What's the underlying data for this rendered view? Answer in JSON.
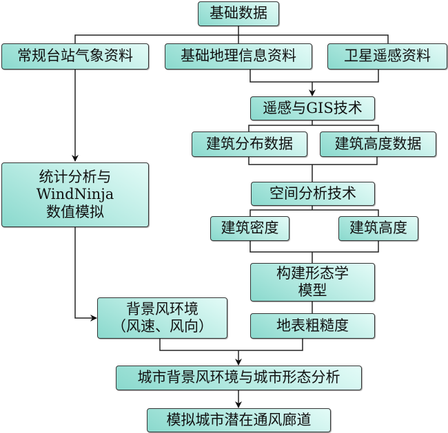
{
  "nodes": {
    "basic_data": "基础数据",
    "station_met": "常规台站气象资料",
    "basic_geo": "基础地理信息资料",
    "satellite_rs": "卫星遥感资料",
    "rs_gis": "遥感与GIS技术",
    "building_distribution": "建筑分布数据",
    "building_height_data": "建筑高度数据",
    "stat_analysis": [
      "统计分析与",
      "WindNinja",
      "数值模拟"
    ],
    "spatial_analysis": "空间分析技术",
    "building_density": "建筑密度",
    "building_height": "建筑高度",
    "morphology_model": [
      "构建形态学",
      "模型"
    ],
    "background_wind": [
      "背景风环境",
      "（风速、风向）"
    ],
    "surface_roughness": "地表粗糙度",
    "combined_analysis": "城市背景风环境与城市形态分析",
    "ventilation_corridor": "模拟城市潜在通风廊道"
  },
  "colors": {
    "box_border": "#333333",
    "box_fill_dark": "#8ad9cd",
    "box_fill_light": "#e3fbf7",
    "line": "#222222"
  }
}
